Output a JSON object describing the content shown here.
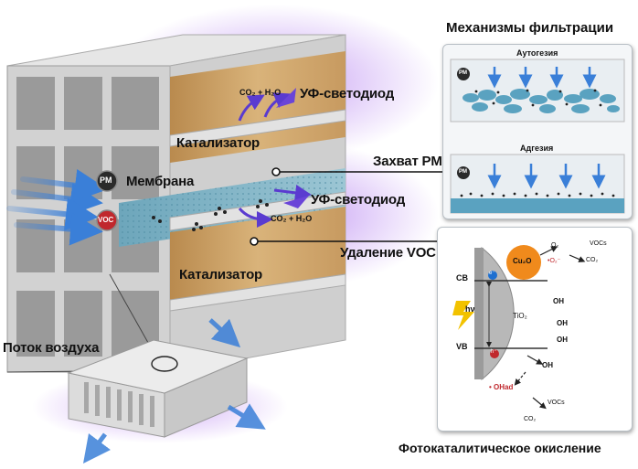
{
  "labels": {
    "filtration_title": "Механизмы фильтрации",
    "autohesion": "Аутогезия",
    "adhesion": "Адгезия",
    "uv_led_top": "УФ-светодиод",
    "uv_led_mid": "УФ-светодиод",
    "catalyst_top": "Катализатор",
    "catalyst_bottom": "Катализатор",
    "membrane": "Мембрана",
    "pm_capture": "Захват PM",
    "voc_removal": "Удаление VOC",
    "airflow": "Поток воздуха",
    "photocatalytic": "Фотокаталитическое окисление",
    "co2_h2o_top": "CO₂ + H₂O",
    "co2_h2o_mid": "CO₂ + H₂O",
    "pm_badge": "PM",
    "voc_badge": "VOC"
  },
  "photocatalysis": {
    "cb": "CB",
    "vb": "VB",
    "cu2o": "Cu₂O",
    "tio2": "TiO₂",
    "electron": "e⁻",
    "hole": "h⁺",
    "hv": "hν",
    "o2": "O₂",
    "o2_radical": "•O₂⁻",
    "oh_1": "OH",
    "oh_2": "OH",
    "oh_3": "OH",
    "oh_4": "OH",
    "ohad": "• OHad",
    "vocs_top": "VOCs",
    "co2_top": "CO₂",
    "vocs_bottom": "VOCs",
    "co2_bottom": "CO₂",
    "pm_small_1": "PM",
    "pm_small_2": "PM"
  },
  "colors": {
    "uv_glow": "#b27cf0",
    "catalyst": "#c9a060",
    "membrane": "#7fb4c8",
    "frame": "#d6d6d6",
    "flow_arrow": "#3a7fd8",
    "reaction_arrow": "#5a3bd0",
    "pm_badge": "#2a2a2a",
    "voc_badge": "#c0282d",
    "cu2o": "#f08a1c",
    "tio2": "#b8b8b8"
  }
}
